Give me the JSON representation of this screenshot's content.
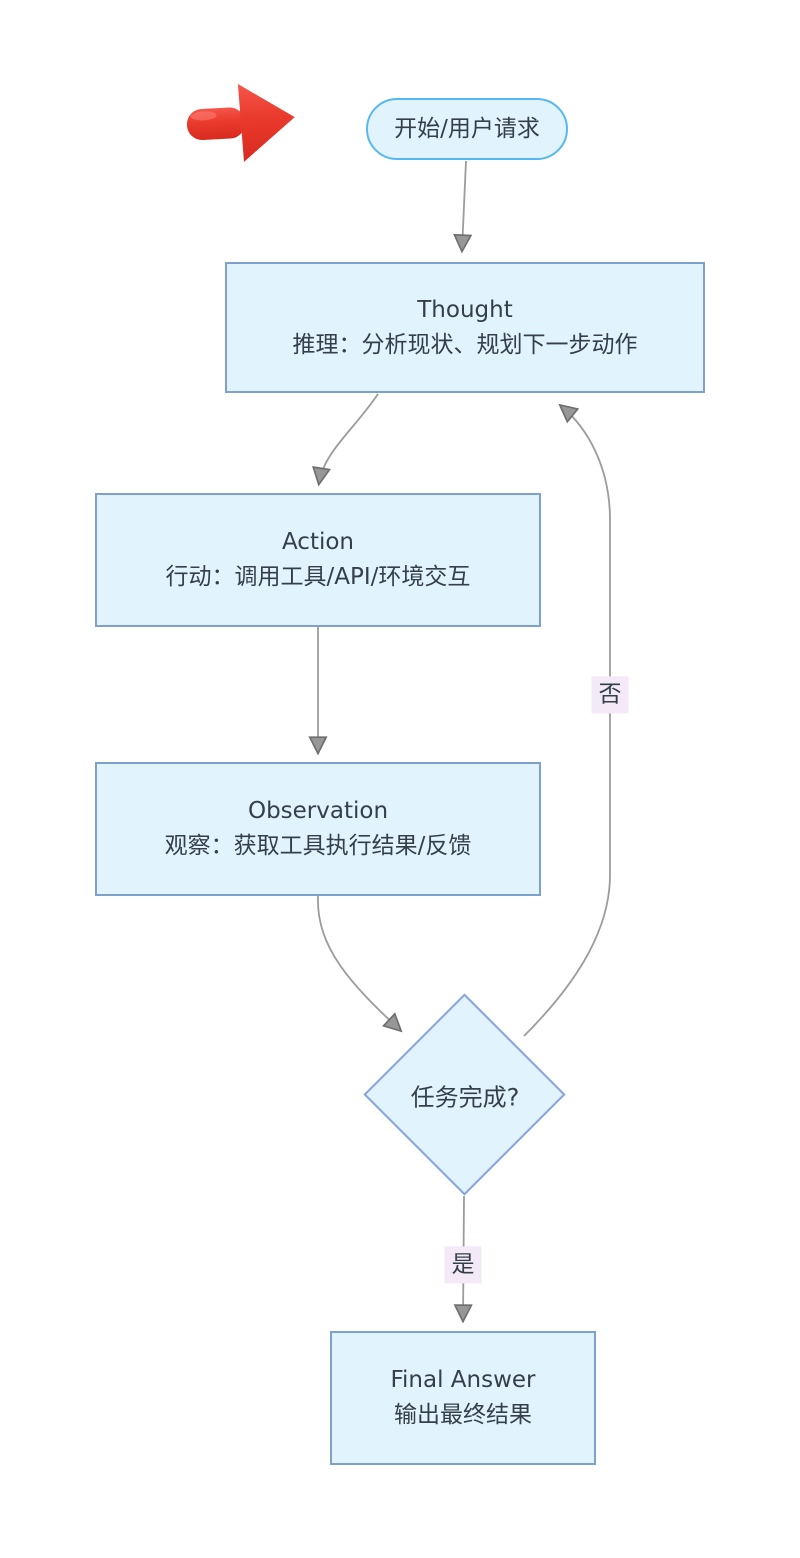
{
  "colors": {
    "node_fill": "#e1f3fc",
    "rect_border": "#7da0cc",
    "stadium_border": "#57b7f2",
    "diamond_border": "#87a4e2",
    "edge_line": "#9c9c9c",
    "arrowhead": "#979797",
    "edge_label_bg": "#f4e9f6",
    "text": "#353f4a",
    "red_arrow": "#e93a2c"
  },
  "flowchart": {
    "start": {
      "label": "开始/用户请求"
    },
    "thought": {
      "title": "Thought",
      "subtitle": "推理：分析现状、规划下一步动作"
    },
    "action": {
      "title": "Action",
      "subtitle": "行动：调用工具/API/环境交互"
    },
    "observation": {
      "title": "Observation",
      "subtitle": "观察：获取工具执行结果/反馈"
    },
    "decision": {
      "label": "任务完成?"
    },
    "final_answer": {
      "title": "Final Answer",
      "subtitle": "输出最终结果"
    },
    "edges": {
      "no_label": "否",
      "yes_label": "是"
    }
  }
}
